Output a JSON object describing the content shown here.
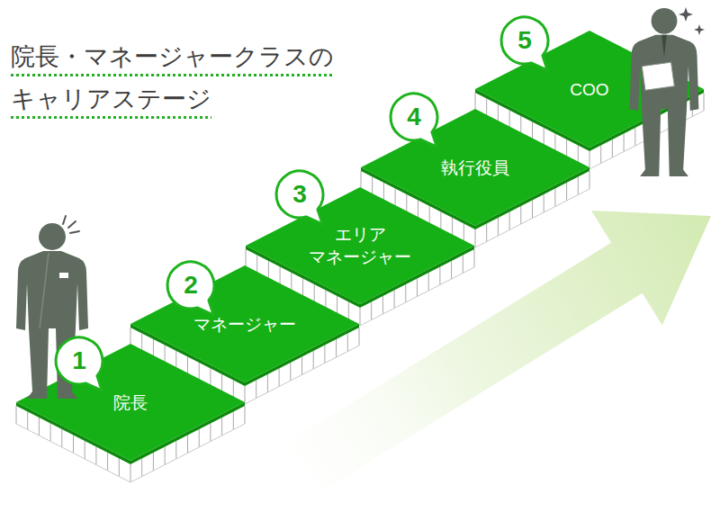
{
  "diagram": {
    "title": "院長・マネージャークラスの キャリアステージ",
    "nodes": [
      {
        "text": [
          "院長"
        ]
      },
      {
        "text": [
          "マネージャー"
        ]
      },
      {
        "text": [
          "エリア マネージャー"
        ]
      },
      {
        "text": [
          "執行役員"
        ]
      },
      {
        "text": [
          "COO"
        ]
      }
    ],
    "labels": [
      "1",
      "2",
      "3",
      "4",
      "5"
    ]
  }
}
